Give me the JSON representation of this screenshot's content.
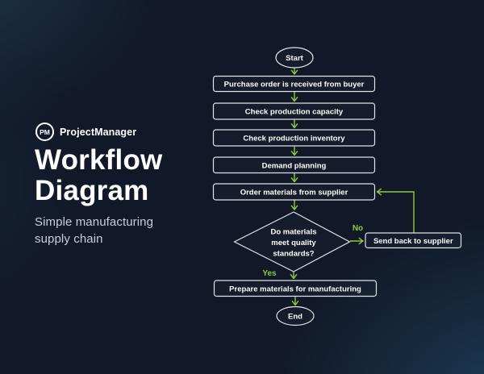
{
  "colors": {
    "background": "#111827",
    "glow_teal": "#28648A",
    "arrow_green": "#94C83D",
    "shape_border": "#DFE2E7",
    "title_white": "#FFFFFF",
    "subtitle_gray": "#C9CEDA"
  },
  "brand": {
    "logo_monogram": "PM",
    "logo_name": "ProjectManager"
  },
  "hero": {
    "title_line1": "Workflow",
    "title_line2": "Diagram",
    "subtitle_line1": "Simple manufacturing",
    "subtitle_line2": "supply chain"
  },
  "flowchart": {
    "start": "Start",
    "steps": [
      {
        "label": "Purchase order is received from buyer"
      },
      {
        "label": "Check production capacity"
      },
      {
        "label": "Check production inventory"
      },
      {
        "label": "Demand planning"
      },
      {
        "label": "Order materials from supplier"
      }
    ],
    "decision": {
      "line1": "Do materials",
      "line2": "meet quality",
      "line3": "standards?"
    },
    "no_label": "No",
    "yes_label": "Yes",
    "send_back": "Send back to supplier",
    "prepare": "Prepare materials for manufacturing",
    "end": "End"
  }
}
